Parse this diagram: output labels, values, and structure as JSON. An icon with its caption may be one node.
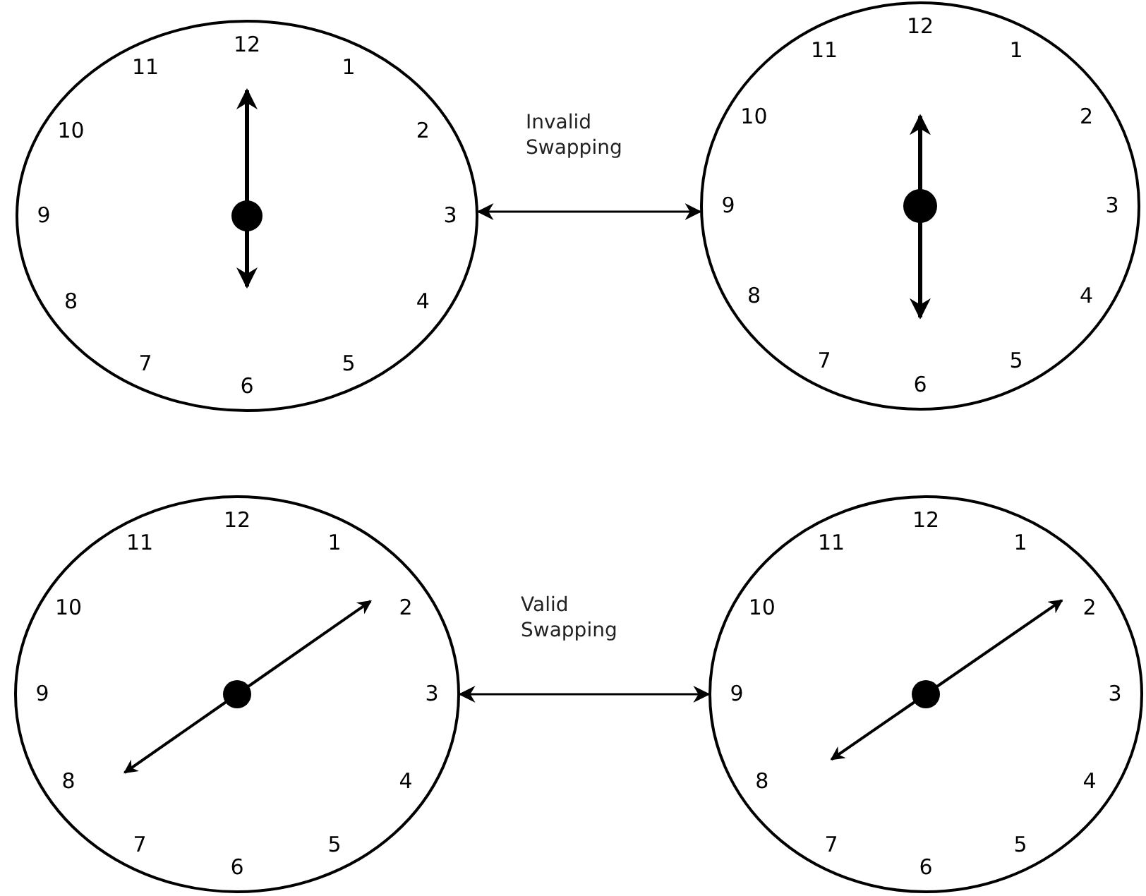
{
  "diagram": {
    "nodes": [
      {
        "text": [
          "12",
          "1",
          "2",
          "3",
          "4",
          "5",
          "6",
          "7",
          "8",
          "9",
          "10",
          "11"
        ]
      },
      {
        "text": [
          "12",
          "1",
          "2",
          "3",
          "4",
          "5",
          "6",
          "7",
          "8",
          "9",
          "10",
          "11"
        ]
      },
      {
        "text": [
          "12",
          "1",
          "2",
          "3",
          "4",
          "5",
          "6",
          "7",
          "8",
          "9",
          "10",
          "11"
        ]
      },
      {
        "text": [
          "12",
          "1",
          "2",
          "3",
          "4",
          "5",
          "6",
          "7",
          "8",
          "9",
          "10",
          "11"
        ]
      }
    ],
    "edges": [
      {
        "from": 0,
        "to": 1,
        "arrow": "both",
        "label": "Invalid Swapping"
      },
      {
        "from": 2,
        "to": 3,
        "arrow": "both",
        "label": "Valid Swapping"
      }
    ]
  }
}
